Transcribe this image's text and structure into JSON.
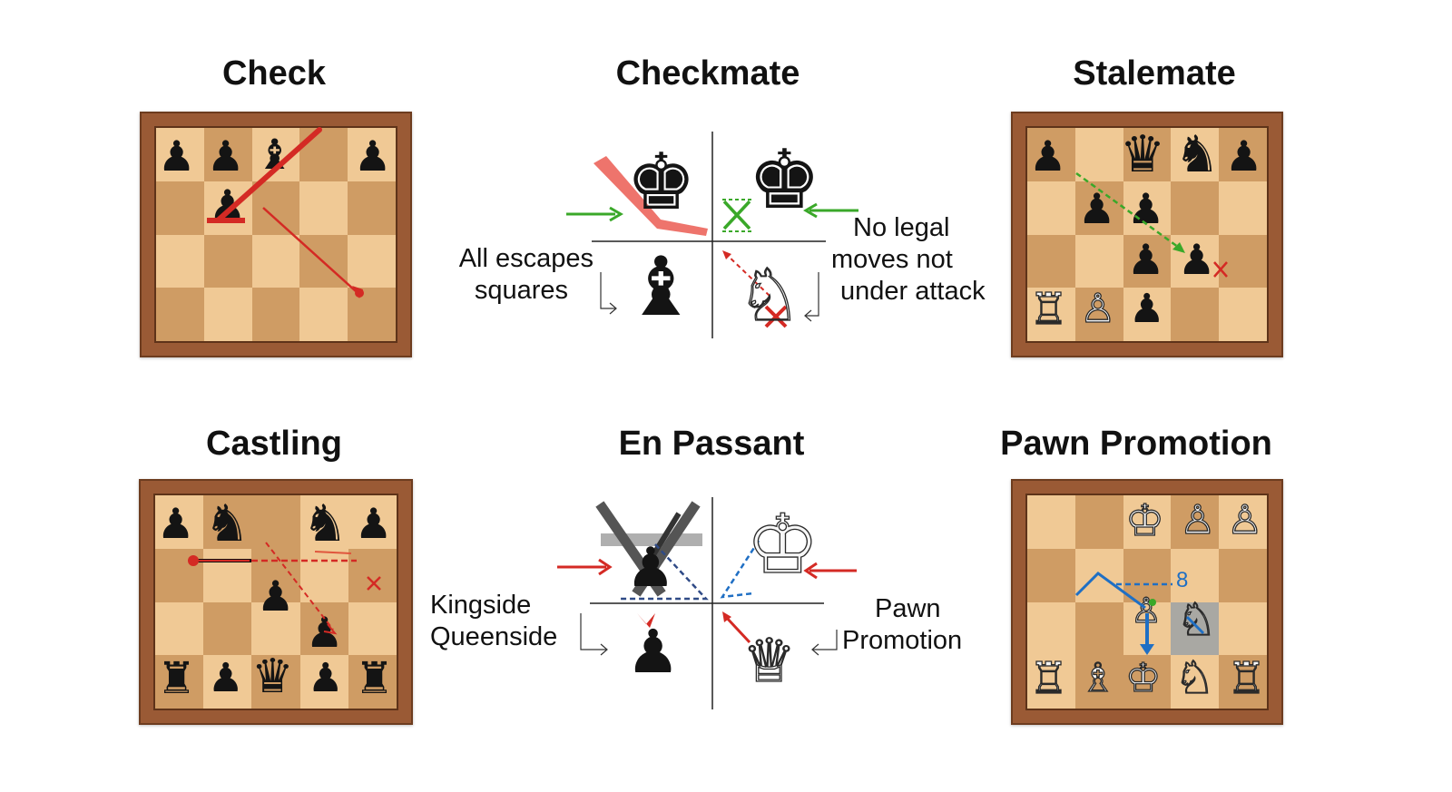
{
  "panels": {
    "check": {
      "title": "Check"
    },
    "checkmate": {
      "title": "Checkmate",
      "caption_left": [
        "All escapes",
        "squares"
      ],
      "caption_right": [
        "No legal",
        "moves not",
        "under attack"
      ]
    },
    "stalemate": {
      "title": "Stalemate"
    },
    "castling": {
      "title": "Castling"
    },
    "en_passant": {
      "title": "En Passant",
      "caption_left": [
        "Kingside",
        "Queenside"
      ],
      "caption_right": [
        "Pawn",
        "Promotion"
      ]
    },
    "pawn_promotion": {
      "title": "Pawn Promotion",
      "rank_label": "8"
    }
  },
  "colors": {
    "board_frame": "#9a5a35",
    "light_square": "#f0c995",
    "dark_square": "#cf9c64",
    "arrow_red": "#d42a24",
    "arrow_green": "#3aa829",
    "arrow_blue": "#1f6fc4",
    "arrow_navy": "#2f4a86"
  },
  "icons": {
    "black_pawn": "♟",
    "black_bishop": "♝",
    "black_knight": "♞",
    "black_rook": "♜",
    "black_queen": "♛",
    "black_king": "♚",
    "white_pawn": "♙",
    "white_bishop": "♗",
    "white_knight": "♘",
    "white_rook": "♖",
    "white_queen": "♕",
    "white_king": "♔"
  }
}
